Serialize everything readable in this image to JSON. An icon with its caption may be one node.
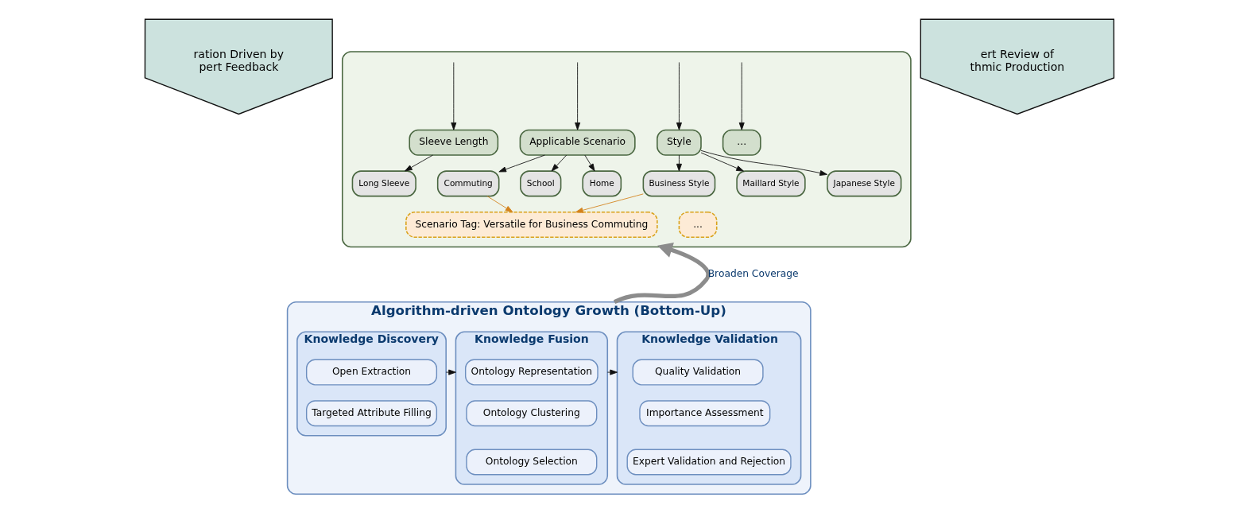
{
  "diagram": {
    "nodes": [
      {
        "text": [
          "ration Driven by pert Feedback"
        ]
      },
      {
        "text": [],
        "shape": "box"
      },
      {
        "text": [
          "Sleeve Length"
        ],
        "in": 1
      },
      {
        "text": [
          "Applicable Scenario"
        ],
        "in": 1
      },
      {
        "text": [
          "Style"
        ],
        "in": 1
      },
      {
        "text": [
          "..."
        ],
        "in": 1
      },
      {
        "text": [
          "Long Sleeve"
        ],
        "in": 1
      },
      {
        "text": [
          "Commuting"
        ],
        "in": 1
      },
      {
        "text": [
          "School"
        ],
        "in": 1
      },
      {
        "text": [
          "Home"
        ],
        "in": 1
      },
      {
        "text": [
          "Business Style"
        ],
        "in": 1
      },
      {
        "text": [
          "Maillard Style"
        ],
        "in": 1
      },
      {
        "text": [
          "Japanese Style"
        ],
        "in": 1
      },
      {
        "text": [
          "Scenario Tag: Versatile for Business Commuting"
        ],
        "in": 1
      },
      {
        "text": [
          "..."
        ],
        "in": 1
      },
      {
        "text": [
          "ert Review of thmic Production"
        ]
      },
      {
        "text": [
          "Algorithm-driven Ontology Growth (Bottom-Up)"
        ]
      },
      {
        "text": [
          "Knowledge Discovery"
        ],
        "in": 16
      },
      {
        "text": [
          "Open Extraction"
        ],
        "in": 17
      },
      {
        "text": [
          "Targeted Attribute Filling"
        ],
        "in": 17
      },
      {
        "text": [
          "Knowledge Fusion"
        ],
        "in": 16
      },
      {
        "text": [
          "Ontology Representation"
        ],
        "in": 20
      },
      {
        "text": [
          "Ontology Clustering"
        ],
        "in": 20
      },
      {
        "text": [
          "Ontology Selection"
        ],
        "in": 20
      },
      {
        "text": [
          "Knowledge Validation"
        ],
        "in": 16
      },
      {
        "text": [
          "Quality Validation"
        ],
        "in": 24
      },
      {
        "text": [
          "Importance Assessment"
        ],
        "in": 24
      },
      {
        "text": [
          "Expert Validation and Rejection"
        ],
        "in": 24
      }
    ],
    "edges": [
      {
        "from": null,
        "to": 2,
        "arrow": "to"
      },
      {
        "from": null,
        "to": 3,
        "arrow": "to"
      },
      {
        "from": null,
        "to": 4,
        "arrow": "to"
      },
      {
        "from": null,
        "to": 5,
        "arrow": "to"
      },
      {
        "from": 2,
        "to": 6,
        "arrow": "to"
      },
      {
        "from": 3,
        "to": 7,
        "arrow": "to"
      },
      {
        "from": 3,
        "to": 8,
        "arrow": "to"
      },
      {
        "from": 3,
        "to": 9,
        "arrow": "to"
      },
      {
        "from": 4,
        "to": 10,
        "arrow": "to"
      },
      {
        "from": 4,
        "to": 11,
        "arrow": "to"
      },
      {
        "from": 4,
        "to": 12,
        "arrow": "to"
      },
      {
        "from": 7,
        "to": 13,
        "arrow": "to",
        "color": "#d4821c"
      },
      {
        "from": 10,
        "to": 13,
        "arrow": "to",
        "color": "#d4821c"
      },
      {
        "from": 16,
        "to": 1,
        "arrow": "to",
        "label": "Broaden Coverage",
        "style": "thick",
        "color": "#8c8c8c"
      },
      {
        "from": 17,
        "to": 20,
        "arrow": "to"
      },
      {
        "from": 20,
        "to": 24,
        "arrow": "to"
      }
    ]
  }
}
